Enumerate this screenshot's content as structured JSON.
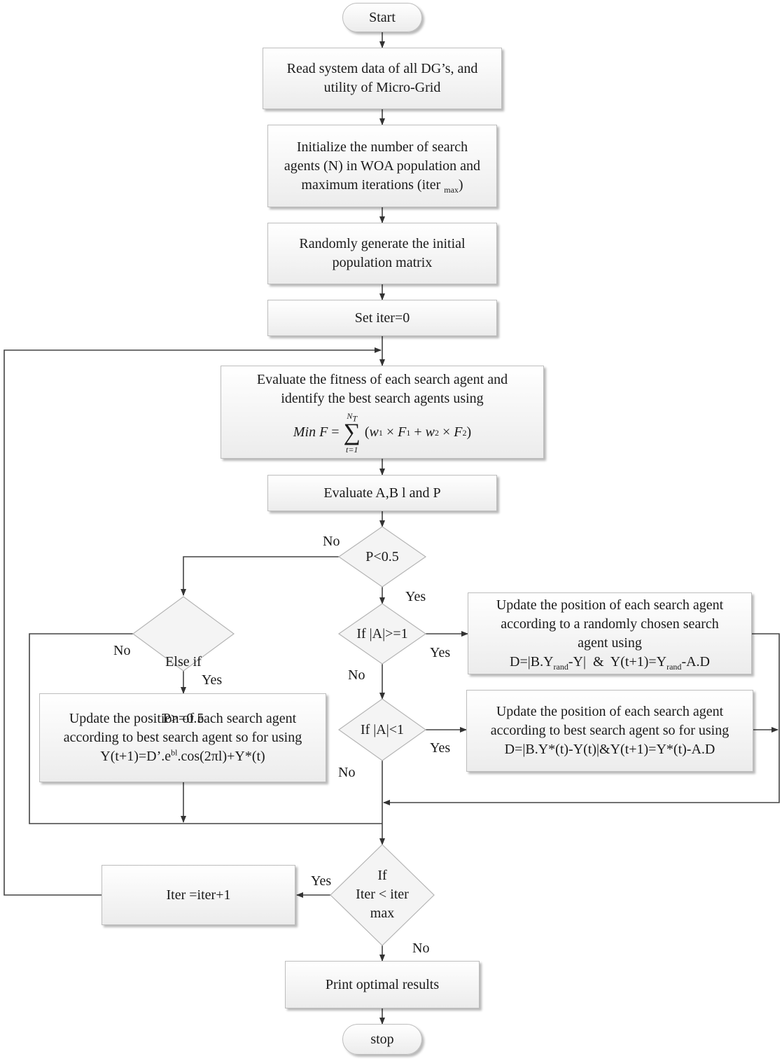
{
  "start": "Start",
  "read_data": [
    "Read system data of all DG’s, and",
    "utility of Micro-Grid"
  ],
  "initialize": [
    "Initialize the number of search",
    "agents (N) in WOA population and"
  ],
  "initialize_last": {
    "pre": "maximum iterations (iter ",
    "sub": "max",
    "post": ")"
  },
  "random_gen": [
    "Randomly generate the initial",
    "population matrix"
  ],
  "set_iter": "Set iter=0",
  "evaluate_fitness": [
    "Evaluate the fitness of each search agent and",
    "identify the best search agents using"
  ],
  "formula": {
    "min": "Min",
    "F": "F",
    "eq": "=",
    "upper": "N",
    "upper_sub": "T",
    "lower": "t=1",
    "body_open": "(",
    "w1": "w",
    "w1_sub": "1",
    "times1": "×",
    "F1": "F",
    "F1_sub": "1",
    "plus": "+",
    "w2": "w",
    "w2_sub": "2",
    "times2": "×",
    "F2": "F",
    "F2_sub": "2",
    "body_close": ")"
  },
  "evaluate_abp": "Evaluate A,B l and P",
  "decision_p": "P<0.5",
  "decision_else": [
    "Else    if",
    "P>=0.5"
  ],
  "decision_a_ge": "If |A|>=1",
  "decision_a_lt": "If |A|<1",
  "update_random": [
    "Update the position of each search agent",
    "according to a randomly chosen search",
    "agent using"
  ],
  "update_random_eq": {
    "pre": "D=|B.Y",
    "sub1": "rand",
    "mid": "-Y|  &  Y(t+1)=Y",
    "sub2": "rand",
    "post": "-A.D"
  },
  "update_best_right": [
    "Update the position of each search agent",
    "according to best search agent so for using",
    "D=|B.Y*(t)-Y(t)|&Y(t+1)=Y*(t)-A.D"
  ],
  "update_spiral": [
    "Update the position of each search agent",
    "according to best search agent so for using"
  ],
  "update_spiral_eq": {
    "pre": "Y(t+1)=D’.e",
    "sup": "bl",
    "post": ".cos(2πl)+Y*(t)"
  },
  "decision_iter": [
    "If",
    "Iter < iter",
    "max"
  ],
  "iter_inc": "Iter =iter+1",
  "print": "Print optimal results",
  "stop": "stop",
  "labels": {
    "no_p": "No",
    "yes_p": "Yes",
    "no_else": "No",
    "yes_else": "Yes",
    "yes_age": "Yes",
    "no_age": "No",
    "yes_alt": "Yes",
    "no_alt": "No",
    "yes_iter": "Yes",
    "no_iter": "No"
  }
}
